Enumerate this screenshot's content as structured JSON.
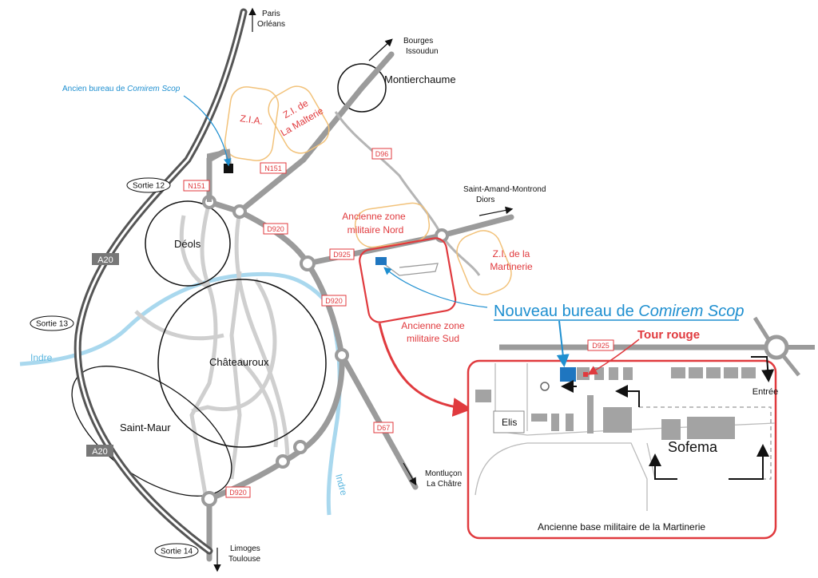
{
  "colors": {
    "road": "#9b9b9b",
    "road_light": "#cfcfcf",
    "motorway": "#555555",
    "river": "#a9d8ee",
    "zone_orange": "#f2c27a",
    "zone_red": "#e03a3e",
    "label_red": "#e03a3e",
    "label_blue": "#1e8fd0",
    "office_blue": "#1f76c0",
    "building": "#a3a3a3",
    "arrow_black": "#111111"
  },
  "directions": {
    "paris": [
      "Paris",
      "Orléans"
    ],
    "bourges": [
      "Bourges",
      "Issoudun"
    ],
    "saint_amand": [
      "Saint-Amand-Montrond",
      "Diors"
    ],
    "montlucon": [
      "Montluçon",
      "La Châtre"
    ],
    "limoges": [
      "Limoges",
      "Toulouse"
    ]
  },
  "towns": {
    "montierchaume": "Montierchaume",
    "deols": "Déols",
    "chateauroux": "Châteauroux",
    "saint_maur": "Saint-Maur"
  },
  "exits": {
    "sortie12": "Sortie 12",
    "sortie13": "Sortie 13",
    "sortie14": "Sortie 14"
  },
  "road_labels": {
    "a20_top": "A20",
    "a20_bottom": "A20",
    "n151_a": "N151",
    "n151_b": "N151",
    "d96": "D96",
    "d920_a": "D920",
    "d920_b": "D920",
    "d920_c": "D920",
    "d925": "D925",
    "d67": "D67",
    "d925_inset": "D925"
  },
  "rivers": {
    "indre_west": "Indre",
    "indre_south": "Indre"
  },
  "zones": {
    "zia": "Z.I.A.",
    "malterie": [
      "Z.I. de",
      "La Malterie"
    ],
    "martinerie": [
      "Z.I. de la",
      "Martinerie"
    ],
    "nord": [
      "Ancienne zone",
      "militaire Nord"
    ],
    "sud": [
      "Ancienne zone",
      "militaire Sud"
    ]
  },
  "callouts": {
    "old_office": [
      "Ancien bureau de ",
      "Comirem Scop"
    ],
    "new_office": [
      "Nouveau bureau de ",
      "Comirem Scop"
    ],
    "tour_rouge": "Tour rouge"
  },
  "inset": {
    "title": "Ancienne base militaire de la Martinerie",
    "elis": "Elis",
    "sofema": "Sofema",
    "entree": "Entrée"
  }
}
